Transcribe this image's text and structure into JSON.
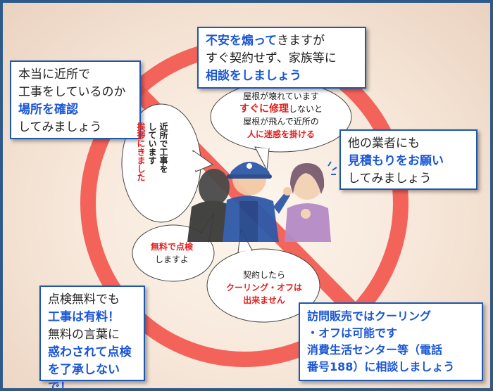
{
  "box_top": {
    "l1_bold": "不安を煽って",
    "l1_rest": "きますが",
    "l2": "すぐ契約せず、家族等に",
    "l3": "相談をしましょう"
  },
  "box_left": {
    "l1": "本当に近所で",
    "l2": "工事をしているのか",
    "l3": "場所を確認",
    "l4": "してみましょう"
  },
  "box_right": {
    "l1": "他の業者にも",
    "l2": "見積もりをお願い",
    "l3": "してみましょう"
  },
  "box_bottom_left": {
    "l1": "点検無料でも",
    "l2": "工事は有料！",
    "l3": "無料の言葉に",
    "l4": "惑わされて点検",
    "l5": "を了承しないで！"
  },
  "box_bottom_right": {
    "l1": "訪問販売ではクーリング",
    "l2": "・オフは可能です",
    "l3": "消費生活センター等（電話",
    "l4": "番号188）に相談しましょう"
  },
  "bubble_roof": {
    "l1": "屋根が壊れています",
    "l2_red": "すぐに修理",
    "l2_rest": "しないと",
    "l3": "屋根が飛んで近所の",
    "l4_red": "人に迷惑を掛ける"
  },
  "bubble_greet": {
    "col1": "近所で工事を",
    "col2": "しています",
    "col3_red": "挨拶にきました"
  },
  "bubble_free": {
    "l1_red": "無料で点検",
    "l2": "しますよ"
  },
  "bubble_contract": {
    "l1": "契約したら",
    "l2_red": "クーリング・オフは",
    "l3_red": "出来ません"
  },
  "colors": {
    "frame": "#2e5a8a",
    "prohibition": "#f2544b",
    "box_border": "#1e57b0",
    "accent_blue": "#1a56d6",
    "accent_red": "#e01f1f"
  }
}
